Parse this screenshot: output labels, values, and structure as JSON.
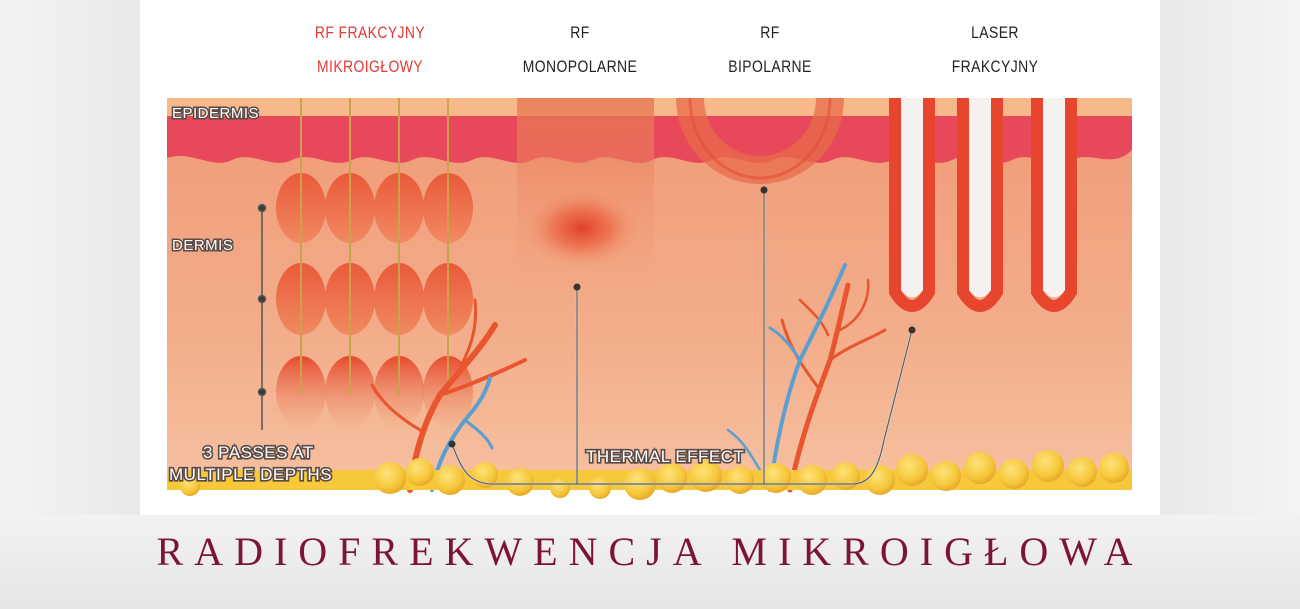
{
  "columns": [
    {
      "line1": "RF FRAKCYJNY",
      "line2": "MIKROIGŁOWY",
      "highlight": true
    },
    {
      "line1": "RF",
      "line2": "MONOPOLARNE",
      "highlight": false
    },
    {
      "line1": "RF",
      "line2": "BIPOLARNE",
      "highlight": false
    },
    {
      "line1": "LASER",
      "line2": "FRAKCYJNY",
      "highlight": false
    }
  ],
  "layers": {
    "epidermis": "EPIDERMIS",
    "dermis": "DERMIS"
  },
  "annotations": {
    "passes_line1": "3 PASSES AT",
    "passes_line2": "MULTIPLE DEPTHS",
    "thermal": "THERMAL EFFECT"
  },
  "title": "RADIOFREKWENCJA MIKROIGŁOWA",
  "colors": {
    "highlight": "#e53935",
    "title": "#7d1438",
    "epidermis": "#e8495a",
    "dermis": "#f3a27d",
    "fat": "#f6c83a",
    "vessel_red": "#e8552f",
    "vessel_blue": "#5b9fd0"
  }
}
